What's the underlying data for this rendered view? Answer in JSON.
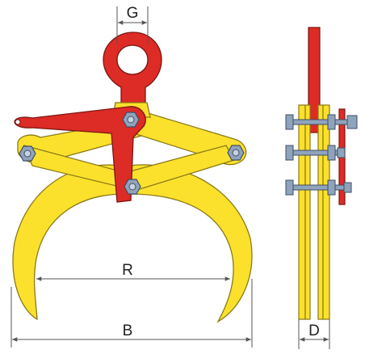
{
  "diagram": {
    "labels": {
      "G": "G",
      "R": "R",
      "B": "B",
      "D": "D"
    },
    "colors": {
      "yellow": "#FCE12C",
      "yellow_stroke": "#8A7A16",
      "red": "#DD2B26",
      "red_stroke": "#7A1712",
      "bolt": "#8FA4BC",
      "bolt_stroke": "#3F4E63",
      "dim_line": "#555555"
    }
  }
}
